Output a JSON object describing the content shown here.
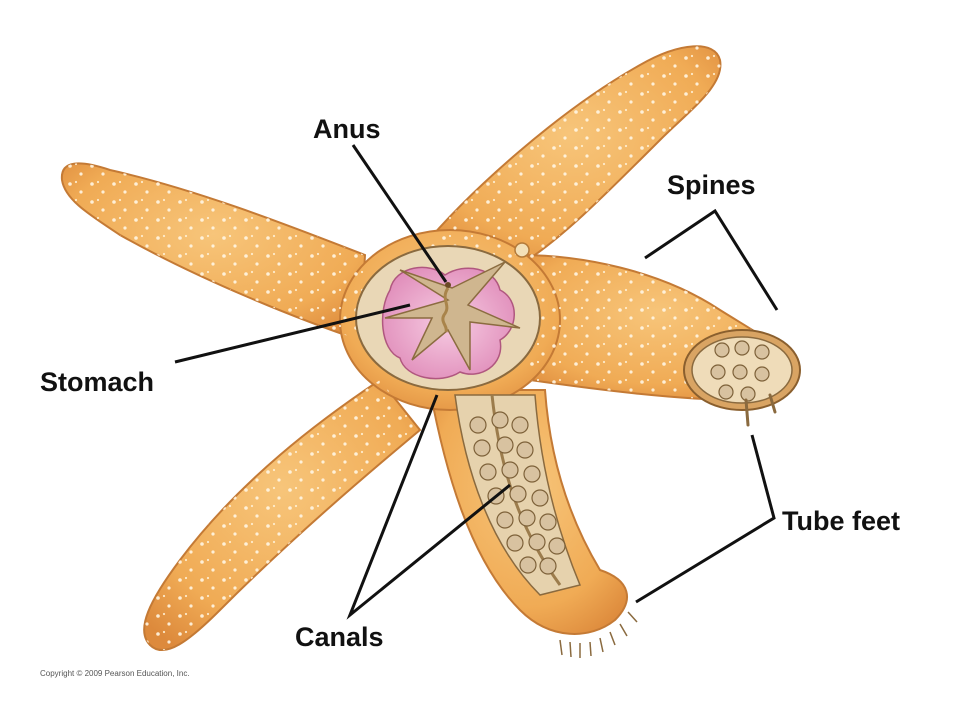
{
  "labels": {
    "anus": "Anus",
    "spines": "Spines",
    "stomach": "Stomach",
    "tube_feet": "Tube feet",
    "canals": "Canals"
  },
  "copyright": "Copyright © 2009 Pearson Education, Inc.",
  "colors": {
    "body": "#f2b25f",
    "body_shadow": "#d8873a",
    "outline": "#b9712f",
    "spine_dots": "#fff5e0",
    "stomach": "#e79bc4",
    "stomach_light": "#f6c6df",
    "canal_tan": "#cdb591",
    "tube_feet": "#d9c4a3",
    "leader_lines": "#111111"
  }
}
